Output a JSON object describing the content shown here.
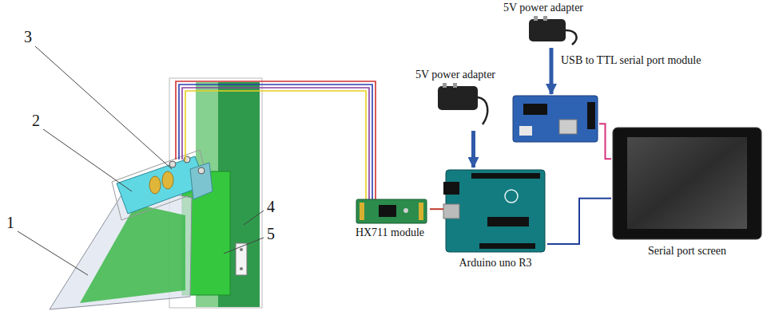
{
  "diagram": {
    "nodes": [
      {
        "text": [
          "5V power adapter"
        ]
      },
      {
        "text": [
          "USB to TTL serial port module"
        ]
      },
      {
        "text": [
          "5V power adapter"
        ]
      },
      {
        "text": [
          "HX711 module"
        ]
      },
      {
        "text": [
          "Arduino uno R3"
        ]
      },
      {
        "text": [
          "Serial port screen"
        ]
      }
    ],
    "edges": [
      {
        "from": 0,
        "to": 1,
        "arrow": "to"
      },
      {
        "from": 2,
        "to": 4,
        "arrow": "to"
      },
      {
        "from": 3,
        "to": 4,
        "arrow": "none"
      },
      {
        "from": 4,
        "to": 5,
        "arrow": "none"
      },
      {
        "from": 1,
        "to": 5,
        "arrow": "none"
      }
    ],
    "labels": [
      "1",
      "2",
      "3",
      "4",
      "5"
    ]
  }
}
